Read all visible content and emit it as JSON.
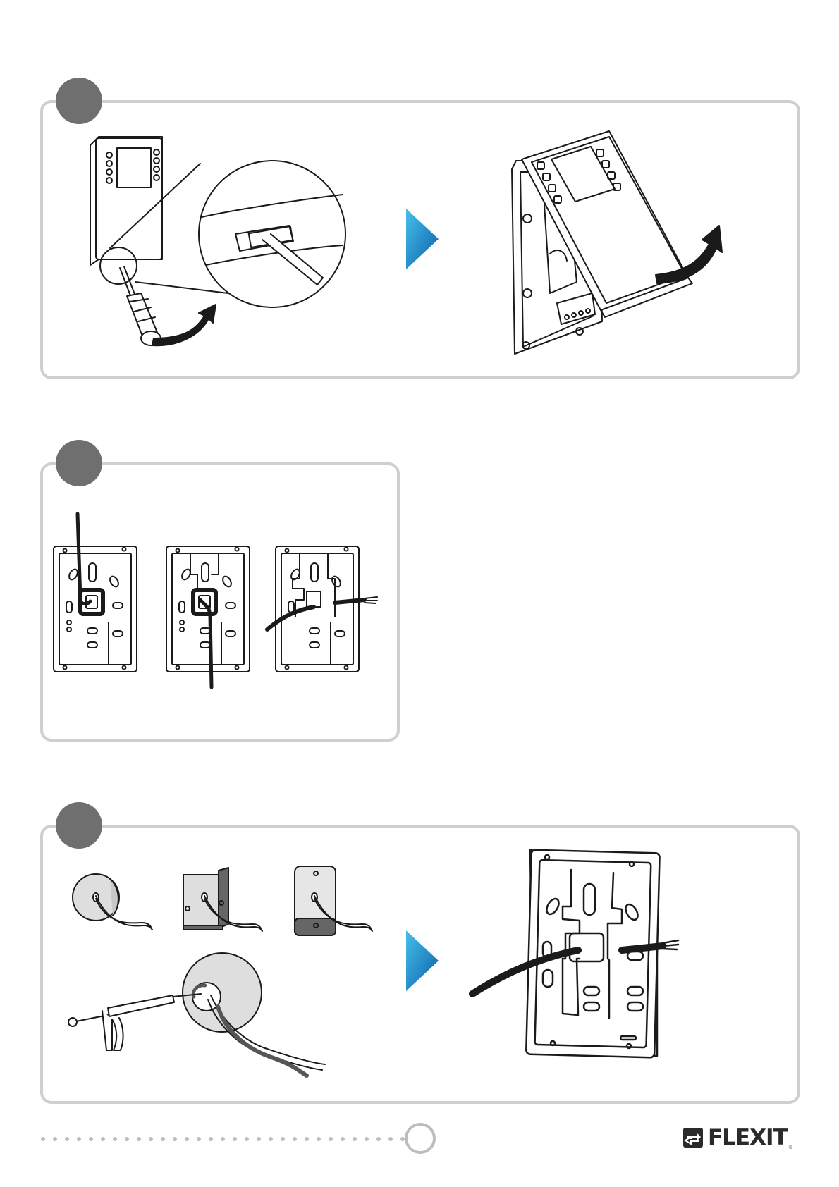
{
  "brand": {
    "name": "FLEXIT",
    "registered": "®",
    "mark_icon": "ventilation-arrows-icon"
  },
  "colors": {
    "panel_border": "#cfcfcf",
    "step_badge": "#6f6f6f",
    "arrow_light": "#3fb7e6",
    "arrow_dark": "#0b5ea8",
    "line_art": "#1a1a1a"
  },
  "steps": [
    {
      "id": 1,
      "illustrations": [
        "controller-screwdriver-release",
        "controller-cover-open"
      ]
    },
    {
      "id": 2,
      "illustrations": [
        "backplate-cable-top",
        "backplate-cable-bottom",
        "backplate-cable-side"
      ]
    },
    {
      "id": 3,
      "illustrations": [
        "wall-box-round",
        "wall-box-square",
        "wall-box-flush",
        "sealant-gun",
        "backplate-mounted"
      ]
    }
  ],
  "footer": {
    "pagination_icon": "page-indicator-circle"
  }
}
